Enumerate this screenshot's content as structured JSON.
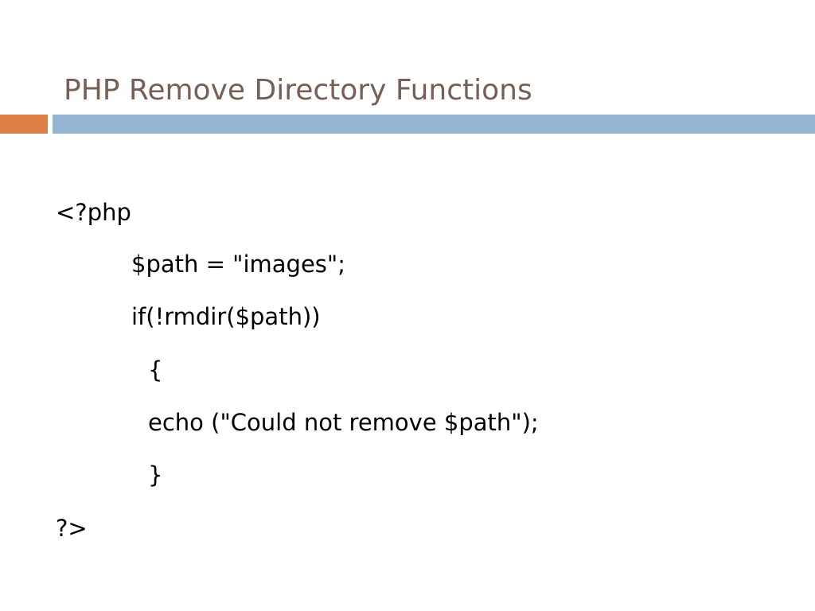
{
  "slide": {
    "title": "PHP Remove Directory Functions",
    "colors": {
      "title": "#775f55",
      "accent_orange": "#dd8047",
      "accent_blue": "#94b6d2"
    }
  },
  "code": {
    "lines": [
      "<?php",
      "$path = \"images\";",
      "if(!rmdir($path))",
      "{",
      "echo (\"Could not remove $path\");",
      "}",
      "?>"
    ]
  }
}
